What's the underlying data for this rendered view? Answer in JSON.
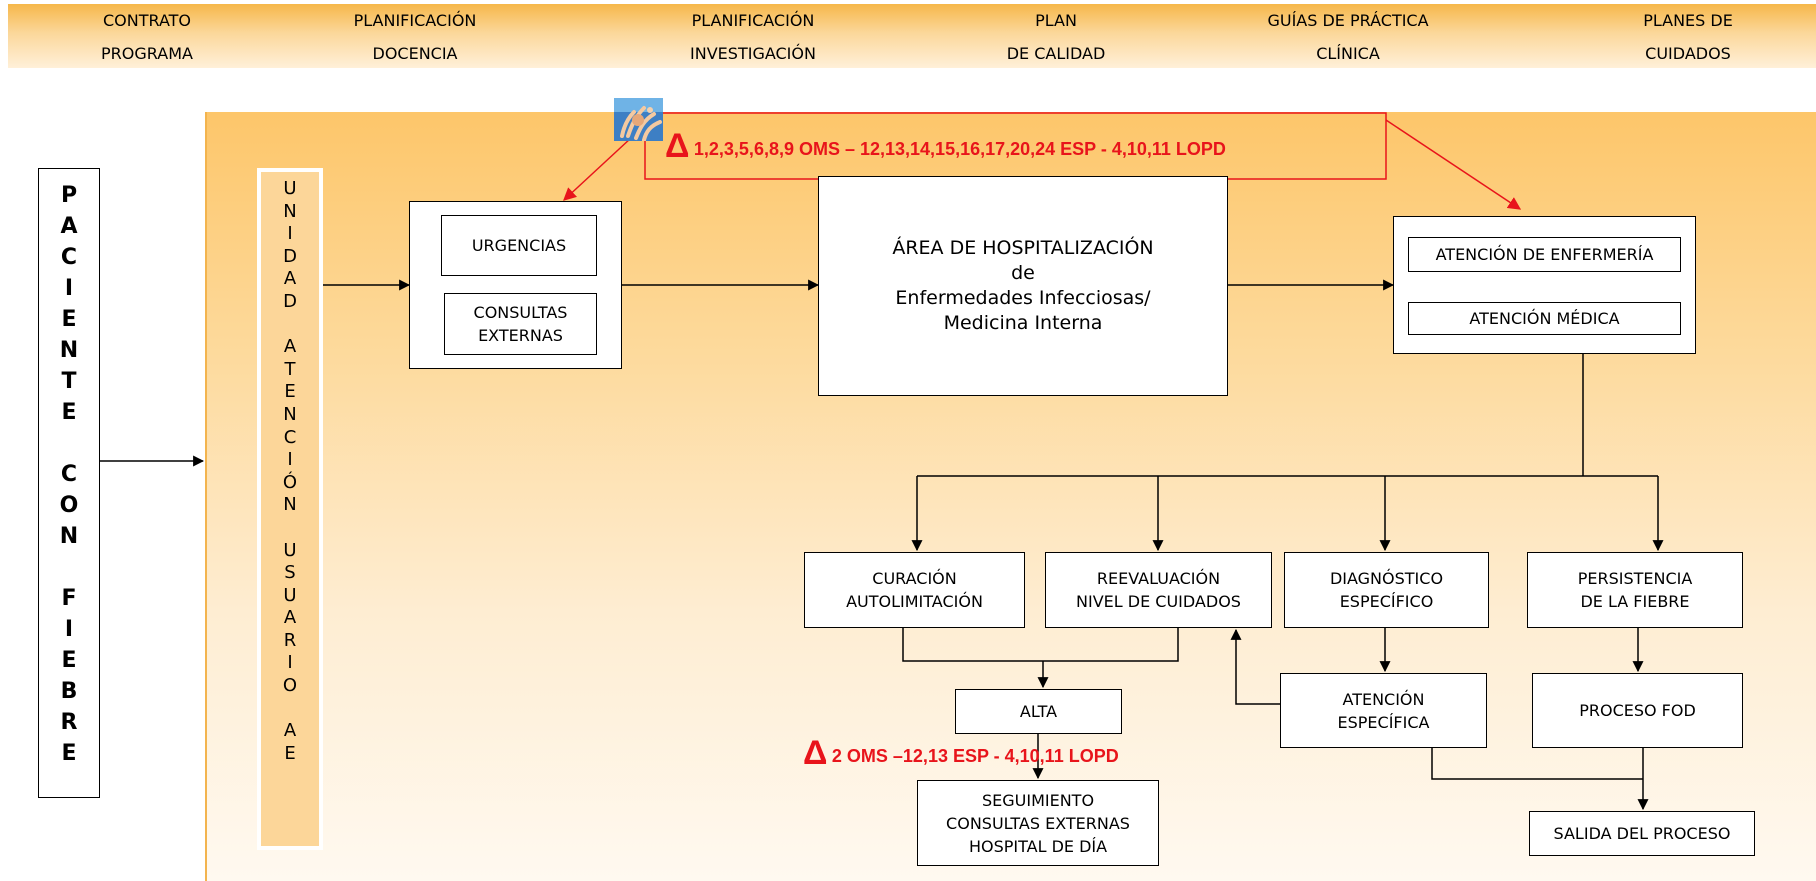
{
  "nav": {
    "items": [
      {
        "line1": "CONTRATO",
        "line2": "PROGRAMA"
      },
      {
        "line1": "PLANIFICACIÓN",
        "line2": "DOCENCIA"
      },
      {
        "line1": "PLANIFICACIÓN",
        "line2": "INVESTIGACIÓN"
      },
      {
        "line1": "PLAN",
        "line2": "DE CALIDAD"
      },
      {
        "line1": "GUÍAS DE PRÁCTICA",
        "line2": "CLÍNICA"
      },
      {
        "line1": "PLANES DE",
        "line2": "CUIDADOS"
      }
    ]
  },
  "patient": {
    "label": "PACIENTE CON FIEBRE",
    "chars": [
      "P",
      "A",
      "C",
      "I",
      "E",
      "N",
      "T",
      "E",
      "",
      "C",
      "O",
      "N",
      "",
      "F",
      "I",
      "E",
      "B",
      "R",
      "E"
    ]
  },
  "uau": {
    "label": "UNIDAD ATENCIÓN USUARIO AE",
    "chars": [
      "U",
      "N",
      "I",
      "D",
      "A",
      "D",
      "",
      "A",
      "T",
      "E",
      "N",
      "C",
      "I",
      "Ó",
      "N",
      "",
      "U",
      "S",
      "U",
      "A",
      "R",
      "I",
      "O",
      "",
      "A",
      "E"
    ]
  },
  "entry": {
    "urgencias": "URGENCIAS",
    "consultas_l1": "CONSULTAS",
    "consultas_l2": "EXTERNAS"
  },
  "area": {
    "l1": "ÁREA DE HOSPITALIZACIÓN",
    "l2": "de",
    "l3": "Enfermedades Infecciosas/",
    "l4": "Medicina Interna"
  },
  "atencion": {
    "enfermeria": "ATENCIÓN DE ENFERMERÍA",
    "medica": "ATENCIÓN MÉDICA"
  },
  "outcomes": {
    "curacion_l1": "CURACIÓN",
    "curacion_l2": "AUTOLIMITACIÓN",
    "reeval_l1": "REEVALUACIÓN",
    "reeval_l2": "NIVEL DE CUIDADOS",
    "diag_l1": "DIAGNÓSTICO",
    "diag_l2": "ESPECÍFICO",
    "persist_l1": "PERSISTENCIA",
    "persist_l2": "DE LA FIEBRE"
  },
  "alta": "ALTA",
  "atencion_especifica_l1": "ATENCIÓN",
  "atencion_especifica_l2": "ESPECÍFICA",
  "proceso_fod": "PROCESO FOD",
  "seguimiento": {
    "l1": "SEGUIMIENTO",
    "l2": "CONSULTAS EXTERNAS",
    "l3": "HOSPITAL DE DÍA"
  },
  "salida": "SALIDA DEL PROCESO",
  "notes": {
    "delta": "Δ",
    "top": "1,2,3,5,6,8,9 OMS – 12,13,14,15,16,17,20,24 ESP - 4,10,11 LOPD",
    "bottom": "2 OMS –12,13 ESP - 4,10,11 LOPD"
  },
  "colors": {
    "accent_red": "#e8141b",
    "band": "#f6b74a",
    "stage": "#fdc66a"
  },
  "icons": {
    "logo": "hands-logo-icon"
  }
}
